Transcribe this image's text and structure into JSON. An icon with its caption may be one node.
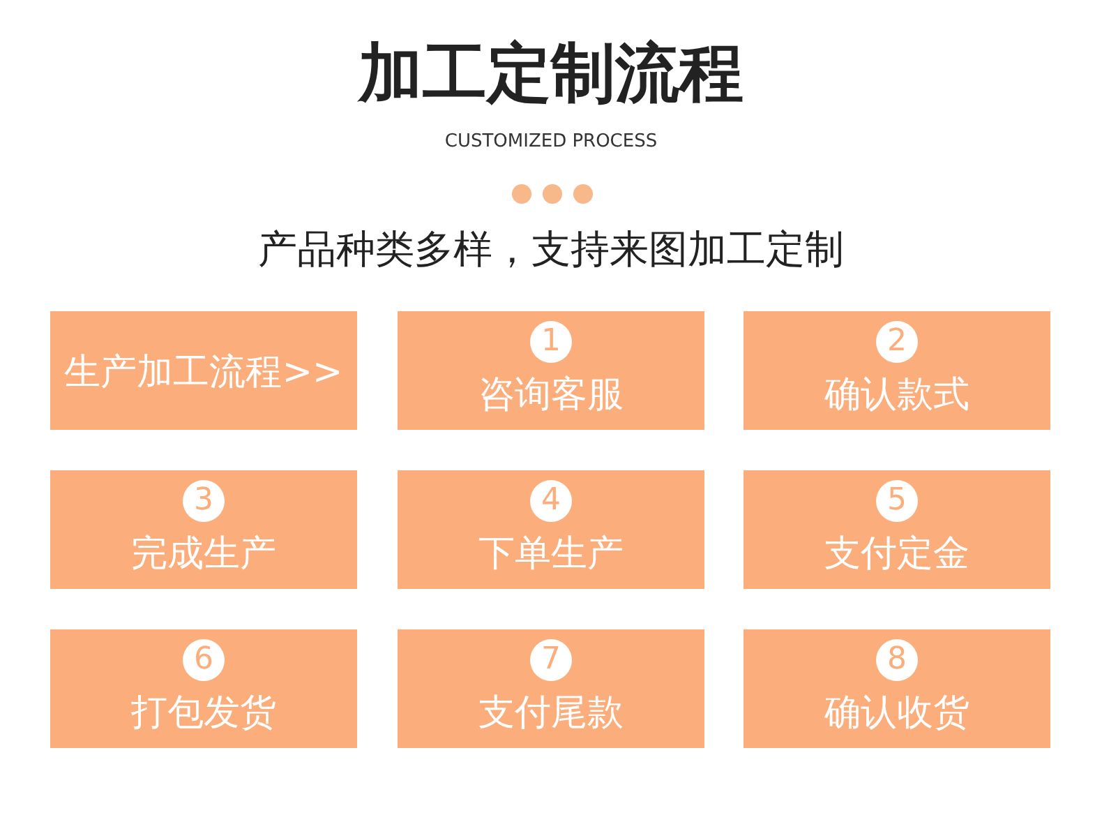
{
  "diagram": {
    "title": "加工定制流程",
    "nodes": [
      {
        "text": [
          "生产加工流程>>"
        ]
      },
      {
        "text": [
          "1",
          "咨询客服"
        ]
      },
      {
        "text": [
          "2",
          "确认款式"
        ]
      },
      {
        "text": [
          "3",
          "完成生产"
        ]
      },
      {
        "text": [
          "4",
          "下单生产"
        ]
      },
      {
        "text": [
          "5",
          "支付定金"
        ]
      },
      {
        "text": [
          "6",
          "打包发货"
        ]
      },
      {
        "text": [
          "7",
          "支付尾款"
        ]
      },
      {
        "text": [
          "8",
          "确认收货"
        ]
      }
    ],
    "labels": [
      "CUSTOMIZED PROCESS",
      "产品种类多样，支持来图加工定制"
    ]
  }
}
